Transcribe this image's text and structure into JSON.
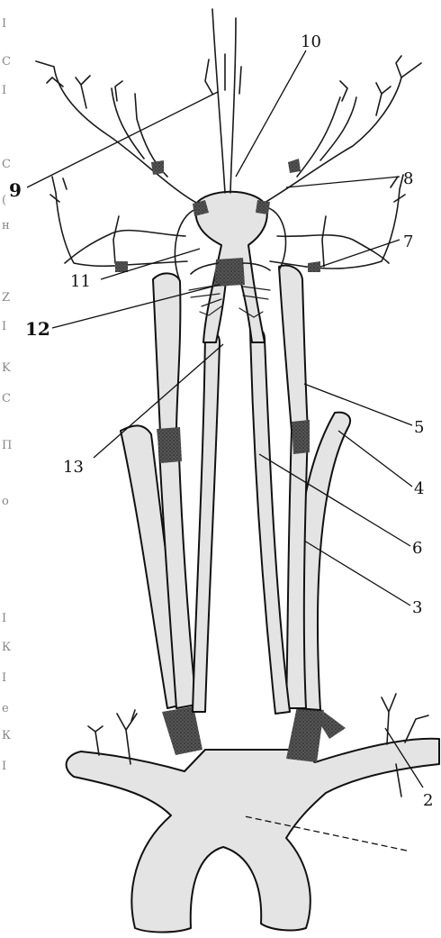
{
  "diagram": {
    "labels": {
      "l2": "2",
      "l3": "3",
      "l4": "4",
      "l5": "5",
      "l6": "6",
      "l7": "7",
      "l8": "8",
      "l9": "9",
      "l10": "10",
      "l11": "11",
      "l12": "12",
      "l13": "13"
    },
    "colors": {
      "ink": "#111111",
      "vessel_fill": "#e4e4e4",
      "stipple": "#555555",
      "dark_band": "#3a3a3a"
    }
  }
}
